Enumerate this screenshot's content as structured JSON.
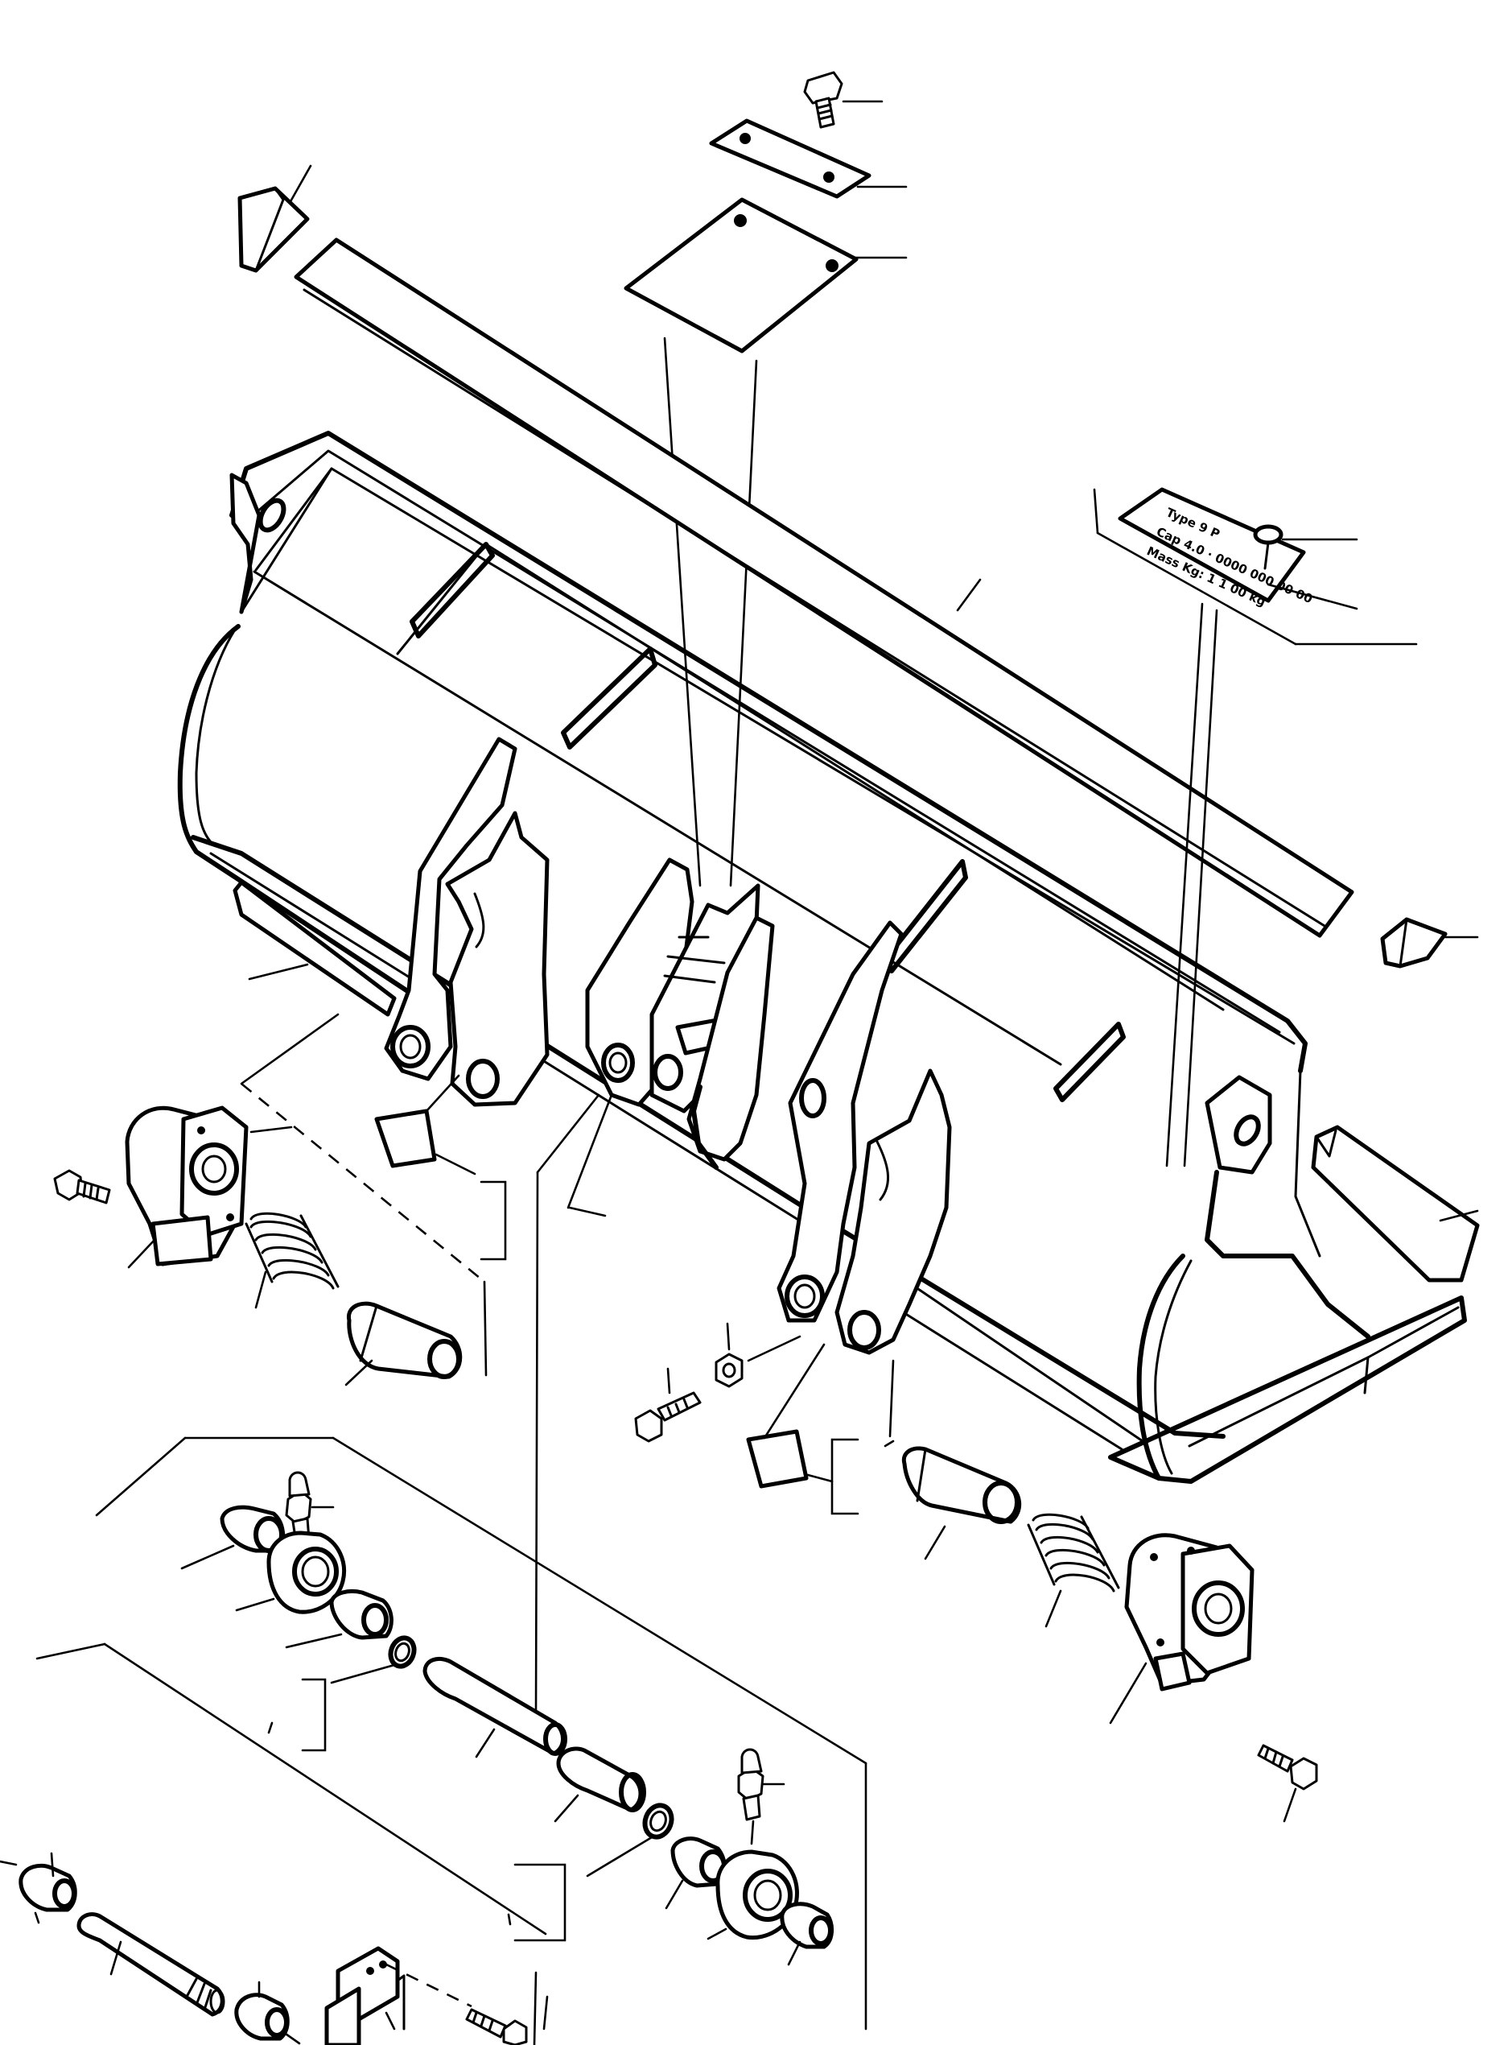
{
  "plate": {
    "lines": [
      "Type 9 P",
      "Cap 4.0 · 0000 000 00 00",
      "Mass Kg: 1 1 00 kg"
    ]
  }
}
